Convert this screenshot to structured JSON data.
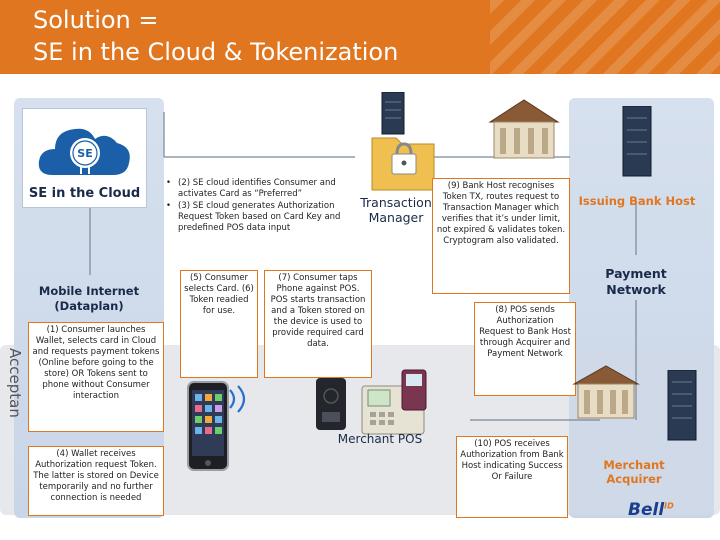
{
  "title": {
    "line1": "Solution =",
    "line2": "SE in the Cloud & Tokenization"
  },
  "se_cloud": {
    "icon_text": "SE",
    "label": "SE in the Cloud"
  },
  "side_label": "Acceptan",
  "mobile_label": "Mobile Internet (Dataplan)",
  "steps": {
    "step1": "(1) Consumer launches Wallet, selects card in Cloud and requests payment tokens (Online before going to the store) OR Tokens sent to phone without Consumer interaction",
    "step2_3": [
      "(2) SE cloud identifies Consumer and activates Card as “Preferred”",
      "(3) SE cloud generates Authorization Request Token based on Card Key and predefined POS data input"
    ],
    "step4": "(4) Wallet receives Authorization request Token. The latter is stored on Device temporarily and no further connection is needed",
    "step5_6": "(5) Consumer selects Card. (6) Token readied for use.",
    "step7": "(7) Consumer taps Phone against POS. POS starts transaction and a Token stored on the device is used to provide required card data.",
    "step8": "(8) POS sends Authorization Request to Bank Host through Acquirer and Payment Network",
    "step9": "(9) Bank Host recognises Token TX, routes request to Transaction Manager which verifies that it’s under limit, not expired & validates token. Cryptogram also validated.",
    "step10": "(10) POS receives Authorization from Bank Host indicating Success Or Failure"
  },
  "nodes": {
    "transaction_manager": "Transaction Manager",
    "issuing_bank": "Issuing Bank Host",
    "payment_network": "Payment Network",
    "merchant_pos": "Merchant POS",
    "merchant_acquirer": "Merchant Acquirer"
  },
  "logo": {
    "text": "Bell",
    "sup": "ID"
  },
  "colors": {
    "header": "#e0761f",
    "accent_border": "#e0761f",
    "zone_blue": "#d6e0ee",
    "cloud_blue": "#1b5fa8",
    "text_dark": "#1a2b4a"
  }
}
